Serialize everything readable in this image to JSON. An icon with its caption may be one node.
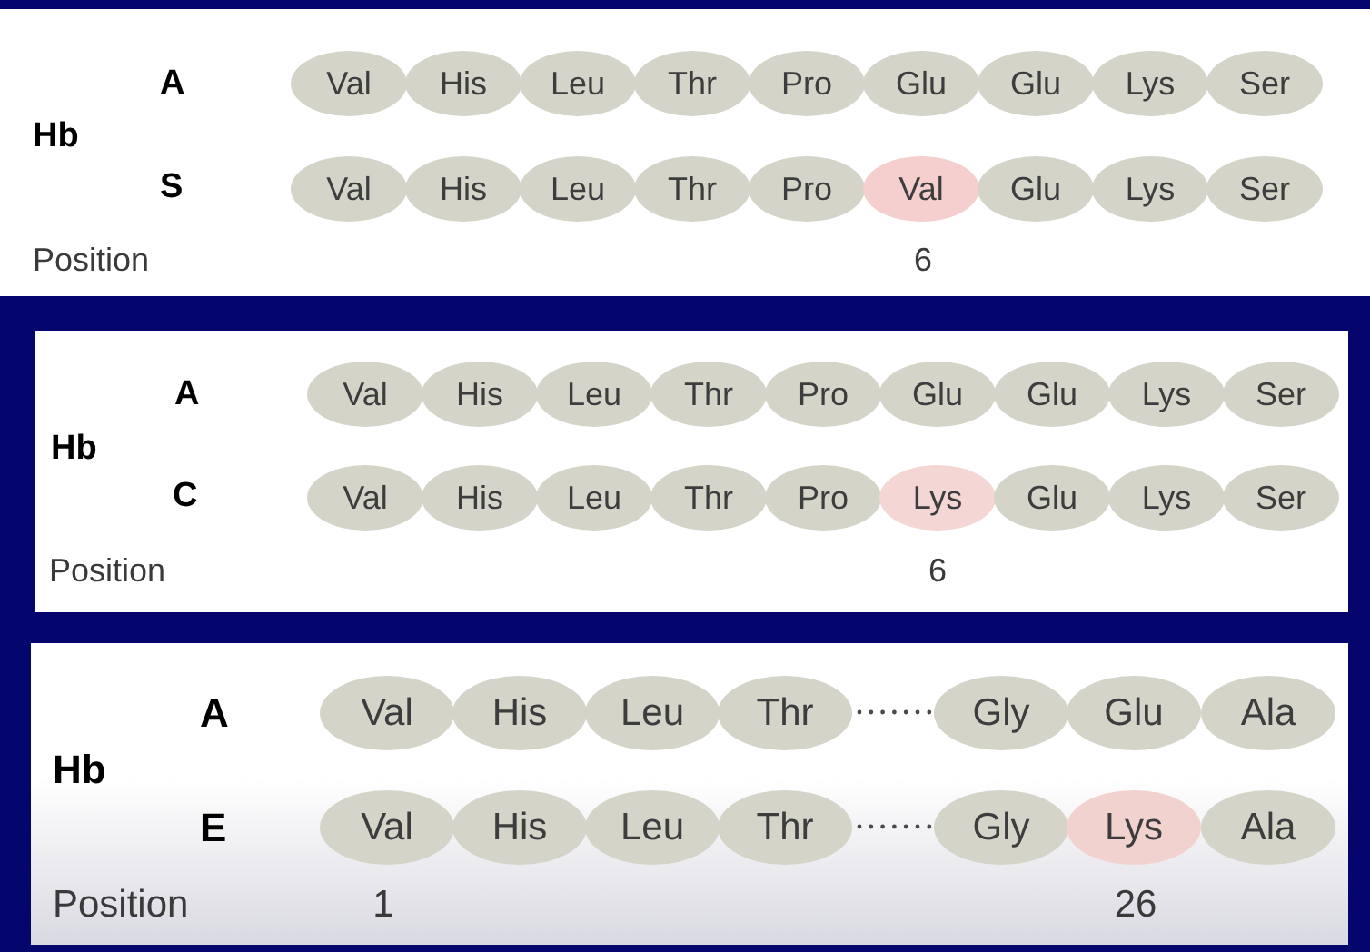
{
  "diagram": {
    "nodes": [
      {
        "text": [
          "A",
          "Hb",
          "S",
          "Position",
          "6"
        ]
      },
      {
        "text": [
          "Val"
        ],
        "in": 0
      },
      {
        "text": [
          "His"
        ],
        "in": 0
      },
      {
        "text": [
          "Leu"
        ],
        "in": 0
      },
      {
        "text": [
          "Thr"
        ],
        "in": 0
      },
      {
        "text": [
          "Pro"
        ],
        "in": 0
      },
      {
        "text": [
          "Glu"
        ],
        "in": 0
      },
      {
        "text": [
          "Glu"
        ],
        "in": 0
      },
      {
        "text": [
          "Lys"
        ],
        "in": 0
      },
      {
        "text": [
          "Ser"
        ],
        "in": 0
      },
      {
        "text": [
          "Val"
        ],
        "in": 0
      },
      {
        "text": [
          "His"
        ],
        "in": 0
      },
      {
        "text": [
          "Leu"
        ],
        "in": 0
      },
      {
        "text": [
          "Thr"
        ],
        "in": 0
      },
      {
        "text": [
          "Pro"
        ],
        "in": 0
      },
      {
        "text": [
          "Val"
        ],
        "in": 0
      },
      {
        "text": [
          "Glu"
        ],
        "in": 0
      },
      {
        "text": [
          "Lys"
        ],
        "in": 0
      },
      {
        "text": [
          "Ser"
        ],
        "in": 0
      },
      {
        "text": [
          "A",
          "Hb",
          "C",
          "Position",
          "6"
        ]
      },
      {
        "text": [
          "Val"
        ],
        "in": 19
      },
      {
        "text": [
          "His"
        ],
        "in": 19
      },
      {
        "text": [
          "Leu"
        ],
        "in": 19
      },
      {
        "text": [
          "Thr"
        ],
        "in": 19
      },
      {
        "text": [
          "Pro"
        ],
        "in": 19
      },
      {
        "text": [
          "Glu"
        ],
        "in": 19
      },
      {
        "text": [
          "Glu"
        ],
        "in": 19
      },
      {
        "text": [
          "Lys"
        ],
        "in": 19
      },
      {
        "text": [
          "Ser"
        ],
        "in": 19
      },
      {
        "text": [
          "Val"
        ],
        "in": 19
      },
      {
        "text": [
          "His"
        ],
        "in": 19
      },
      {
        "text": [
          "Leu"
        ],
        "in": 19
      },
      {
        "text": [
          "Thr"
        ],
        "in": 19
      },
      {
        "text": [
          "Pro"
        ],
        "in": 19
      },
      {
        "text": [
          "Lys"
        ],
        "in": 19
      },
      {
        "text": [
          "Glu"
        ],
        "in": 19
      },
      {
        "text": [
          "Lys"
        ],
        "in": 19
      },
      {
        "text": [
          "Ser"
        ],
        "in": 19
      },
      {
        "text": [
          "A",
          "Hb",
          "E",
          "Position",
          "1",
          "26"
        ]
      },
      {
        "text": [
          "Val"
        ],
        "in": 38
      },
      {
        "text": [
          "His"
        ],
        "in": 38
      },
      {
        "text": [
          "Leu"
        ],
        "in": 38
      },
      {
        "text": [
          "Thr"
        ],
        "in": 38
      },
      {
        "text": [
          "Gly"
        ],
        "in": 38
      },
      {
        "text": [
          "Glu"
        ],
        "in": 38
      },
      {
        "text": [
          "Ala"
        ],
        "in": 38
      },
      {
        "text": [
          "Val"
        ],
        "in": 38
      },
      {
        "text": [
          "His"
        ],
        "in": 38
      },
      {
        "text": [
          "Leu"
        ],
        "in": 38
      },
      {
        "text": [
          "Thr"
        ],
        "in": 38
      },
      {
        "text": [
          "Gly"
        ],
        "in": 38
      },
      {
        "text": [
          "Lys"
        ],
        "in": 38
      },
      {
        "text": [
          "Ala"
        ],
        "in": 38
      }
    ],
    "edges": [
      {
        "from": 42,
        "to": 43,
        "arrow": "none",
        "style": "dashed"
      },
      {
        "from": 49,
        "to": 50,
        "arrow": "none",
        "style": "dashed"
      }
    ]
  }
}
